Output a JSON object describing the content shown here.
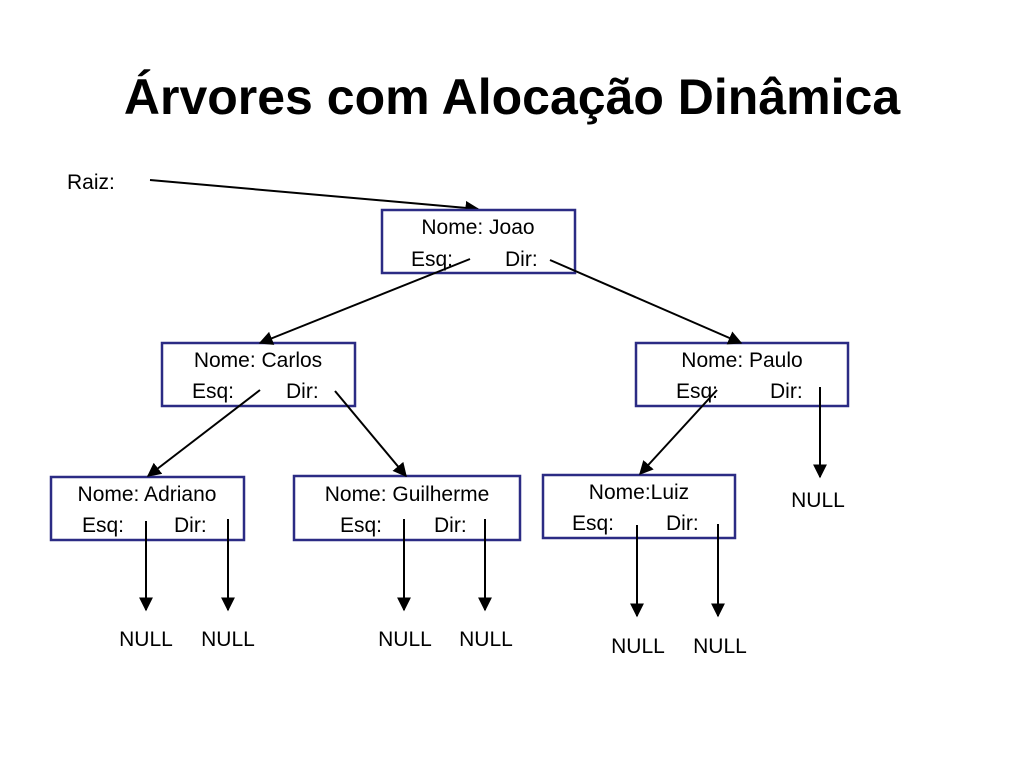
{
  "title": "Árvores com Alocação Dinâmica",
  "root_label": "Raiz:",
  "nodes": {
    "joao": {
      "name": "Nome: Joao",
      "left": "Esq:",
      "right": "Dir:"
    },
    "carlos": {
      "name": "Nome: Carlos",
      "left": "Esq:",
      "right": "Dir:"
    },
    "paulo": {
      "name": "Nome: Paulo",
      "left": "Esq:",
      "right": "Dir:"
    },
    "adriano": {
      "name": "Nome: Adriano",
      "left": "Esq:",
      "right": "Dir:"
    },
    "guilherme": {
      "name": "Nome: Guilherme",
      "left": "Esq:",
      "right": "Dir:"
    },
    "luiz": {
      "name": "Nome:Luiz",
      "left": "Esq:",
      "right": "Dir:"
    }
  },
  "null_labels": {
    "paulo_right": "NULL",
    "adriano_left": "NULL",
    "adriano_right": "NULL",
    "guilherme_left": "NULL",
    "guilherme_right": "NULL",
    "luiz_left": "NULL",
    "luiz_right": "NULL"
  },
  "colors": {
    "node_border": "#2b2b84",
    "arrow": "#000000",
    "text": "#000000"
  }
}
